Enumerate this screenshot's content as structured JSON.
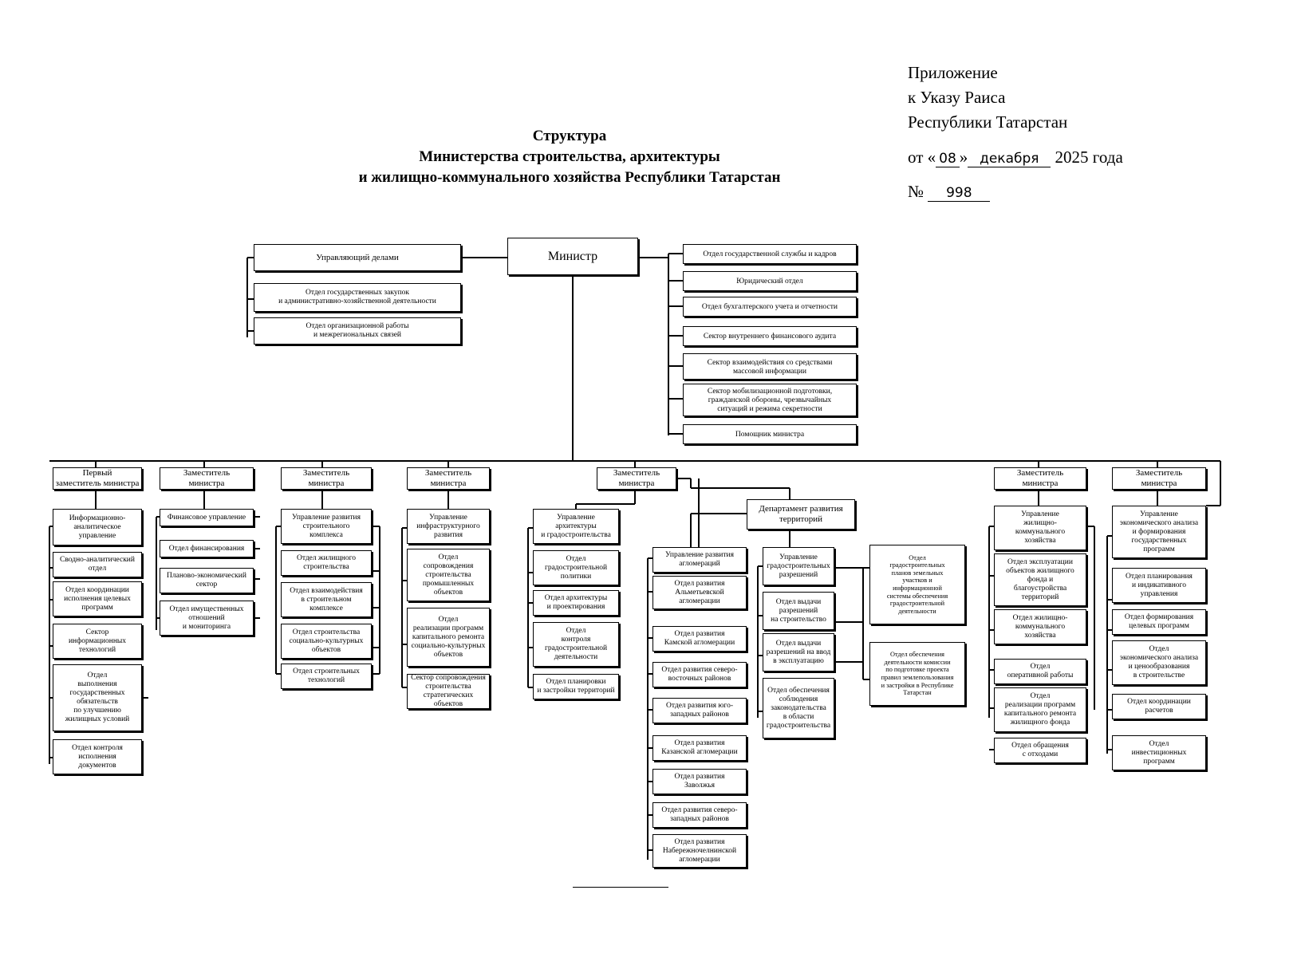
{
  "header": {
    "line1": "Приложение",
    "line2": "к Указу Раиса",
    "line3": "Республики Татарстан",
    "date_prefix": "от «",
    "date_day": "08",
    "date_quote": "»",
    "date_month": "декабря",
    "date_year": "2025 года",
    "number_label": "№",
    "number_value": "998"
  },
  "title": {
    "line1": "Структура",
    "line2": "Министерства строительства, архитектуры",
    "line3": "и жилищно-коммунального хозяйства Республики Татарстан"
  },
  "minister": {
    "label": "Министр"
  },
  "admin_left": [
    {
      "label": "Управляющий делами"
    },
    {
      "label": "Отдел государственных закупок\nи административно-хозяйственной деятельности"
    },
    {
      "label": "Отдел организационной работы\nи межрегиональных связей"
    }
  ],
  "admin_right": [
    {
      "label": "Отдел государственной службы и кадров"
    },
    {
      "label": "Юридический отдел"
    },
    {
      "label": "Отдел бухгалтерского учета и отчетности"
    },
    {
      "label": "Сектор внутреннего финансового аудита"
    },
    {
      "label": "Сектор взаимодействия со средствами\nмассовой информации"
    },
    {
      "label": "Сектор мобилизационной подготовки,\nгражданской обороны, чрезвычайных\nситуаций и режима секретности"
    },
    {
      "label": "Помощник министра"
    }
  ],
  "columns": [
    {
      "head": "Первый\nзаместитель министра",
      "items": [
        "Информационно-\nаналитическое\nуправление",
        "Сводно-аналитический\nотдел",
        "Отдел координации\nисполнения целевых\nпрограмм",
        "Сектор\nинформационных\nтехнологий",
        "Отдел\nвыполнения\nгосударственных\nобязательств\nпо улучшению\nжилищных условий",
        "Отдел контроля\nисполнения\nдокументов"
      ]
    },
    {
      "head": "Заместитель\nминистра",
      "items": [
        "Финансовое управление",
        "Отдел финансирования",
        "Планово-экономический\nсектор",
        "Отдел имущественных\nотношений\nи мониторинга"
      ]
    },
    {
      "head": "Заместитель\nминистра",
      "items": [
        "Управление развития\nстроительного\nкомплекса",
        "Отдел жилищного\nстроительства",
        "Отдел взаимодействия\nв строительном\nкомплексе",
        "Отдел строительства\nсоциально-культурных\nобъектов",
        "Отдел строительных\nтехнологий"
      ]
    },
    {
      "head": "Заместитель\nминистра",
      "items": [
        "Управление\nинфраструктурного\nразвития",
        "Отдел\nсопровождения\nстроительства\nпромышленных\nобъектов",
        "Отдел\nреализации программ\nкапитального ремонта\nсоциально-культурных\nобъектов",
        "Сектор сопровождения\nстроительства\nстратегических объектов"
      ]
    },
    {
      "head": "Заместитель\nминистра",
      "items": [
        "Управление\nархитектуры\nи градостроительства",
        "Отдел\nградостроительной\nполитики",
        "Отдел архитектуры\nи проектирования",
        "Отдел\nконтроля\nградостроительной\nдеятельности",
        "Отдел планировки\nи застройки территорий"
      ]
    },
    {
      "head": "Заместитель\nминистра",
      "items": [
        "Управление\nжилищно-\nкоммунального\nхозяйства",
        "Отдел эксплуатации\nобъектов жилищного\nфонда и\nблагоустройства\nтерриторий",
        "Отдел жилищно-\nкоммунального\nхозяйства",
        "Отдел\nоперативной работы",
        "Отдел\nреализации программ\nкапитального ремонта\nжилищного фонда",
        "Отдел обращения\nс отходами"
      ]
    },
    {
      "head": "Заместитель\nминистра",
      "items": [
        "Управление\nэкономического анализа\nи формирования\nгосударственных\nпрограмм",
        "Отдел планирования\nи индикативного\nуправления",
        "Отдел формирования\nцелевых программ",
        "Отдел\nэкономического анализа\nи ценообразования\nв строительстве",
        "Отдел координации\nрасчетов",
        "Отдел\nинвестиционных\nпрограмм"
      ]
    }
  ],
  "department": {
    "head": "Департамент развития\nтерриторий",
    "deputy_head": "Заместитель\nминистра",
    "group_agglomeration": [
      "Управление развития\nагломераций",
      "Отдел развития\nАльметьевской\nагломерации",
      "Отдел развития\nКамской агломерации",
      "Отдел развития северо-\nвосточных районов",
      "Отдел развития юго-\nзападных районов",
      "Отдел развития\nКазанской агломерации",
      "Отдел развития\nЗаволжья",
      "Отдел развития северо-\nзападных районов",
      "Отдел развития\nНабережночелнинской\nагломерации"
    ],
    "group_permits": [
      "Управление\nградостроительных\nразрешений",
      "Отдел выдачи\nразрешений\nна строительство",
      "Отдел выдачи\nразрешений на ввод\nв эксплуатацию",
      "Отдел обеспечения\nсоблюдения\nзаконодательства\nв области\nградостроительства"
    ],
    "group_plans": [
      "Отдел\nградостроительных\nпланов земельных\nучастков и\nинформационной\nсистемы обеспечения\nградостроительной\nдеятельности",
      "Отдел обеспечения\nдеятельности комиссии\nпо подготовке проекта\nправил землепользования\nи застройки в Республике\nТатарстан"
    ]
  }
}
